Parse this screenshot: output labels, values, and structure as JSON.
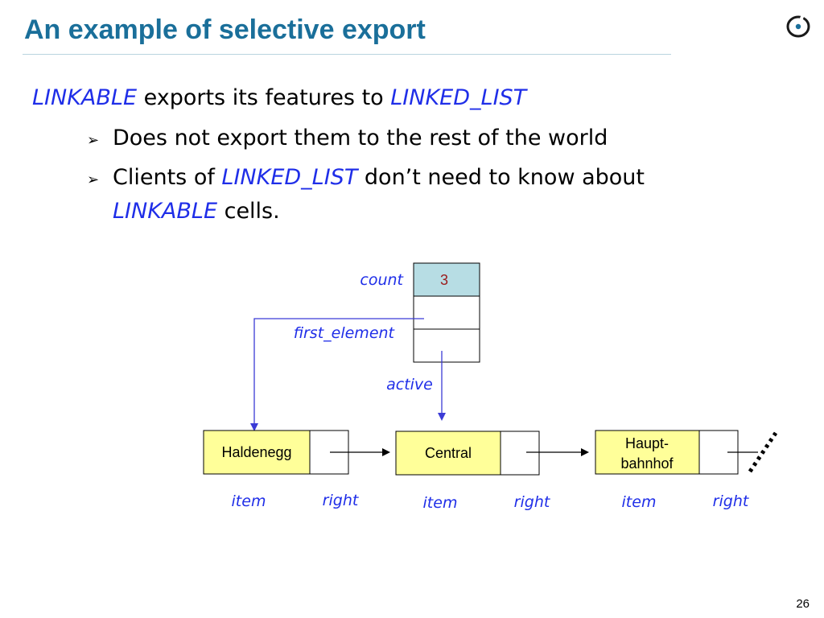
{
  "slide": {
    "title": "An example of selective export",
    "page_number": "26"
  },
  "bullets": {
    "main": {
      "kw1": "LINKABLE",
      "text1": " exports its features to ",
      "kw2": "LINKED_LIST"
    },
    "sub1": {
      "text": "Does not export them to the rest of the world"
    },
    "sub2": {
      "text1": "Clients of ",
      "kw1": "LINKED_LIST",
      "text2": " don’t need to know about",
      "kw2": "LINKABLE",
      "text3": " cells."
    }
  },
  "diagram": {
    "list_object": {
      "count_label": "count",
      "count_value": "3",
      "first_element_label": "first_element",
      "active_label": "active"
    },
    "cells": [
      {
        "item": "Haldenegg",
        "item_label": "item",
        "right_label": "right"
      },
      {
        "item": "Central",
        "item_label": "item",
        "right_label": "right"
      },
      {
        "item_line1": "Haupt-",
        "item_line2": "bahnhof",
        "item_label": "item",
        "right_label": "right"
      }
    ],
    "colors": {
      "cell_fill": "#ffff99",
      "count_fill": "#b7dde4",
      "pointer": "#3b3bd6",
      "count_value": "#9b1b1b"
    }
  }
}
